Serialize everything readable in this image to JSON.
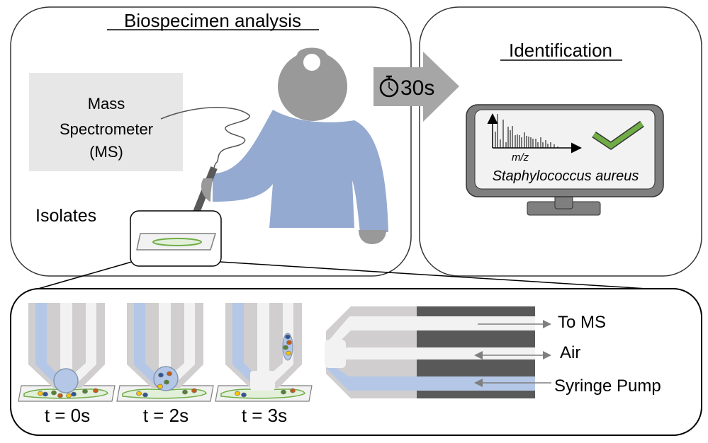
{
  "panels": {
    "biospecimen": {
      "title": "Biospecimen analysis"
    },
    "identification": {
      "title": "Identification"
    }
  },
  "transition": {
    "icon": "stopwatch-icon",
    "duration": "30s"
  },
  "mass_spec": {
    "line1": "Mass",
    "line2": "Spectrometer",
    "line3": "(MS)"
  },
  "isolates_label": "Isolates",
  "monitor": {
    "axis_label": "m/z",
    "result": "Staphylococcus aureus",
    "check_icon": "check-icon"
  },
  "timeline": [
    {
      "label": "t = 0s"
    },
    {
      "label": "t = 2s"
    },
    {
      "label": "t = 3s"
    }
  ],
  "probe_channels": {
    "to_ms": "To MS",
    "air": "Air",
    "syringe": "Syringe Pump"
  },
  "colors": {
    "probe_gray": "#d0cece",
    "channel_white": "#f2f2f2",
    "channel_blue": "#b4c7e7",
    "probe_dark": "#595959",
    "person_blue": "#95aad0",
    "person_gray": "#999999",
    "check_green": "#70ad47"
  }
}
